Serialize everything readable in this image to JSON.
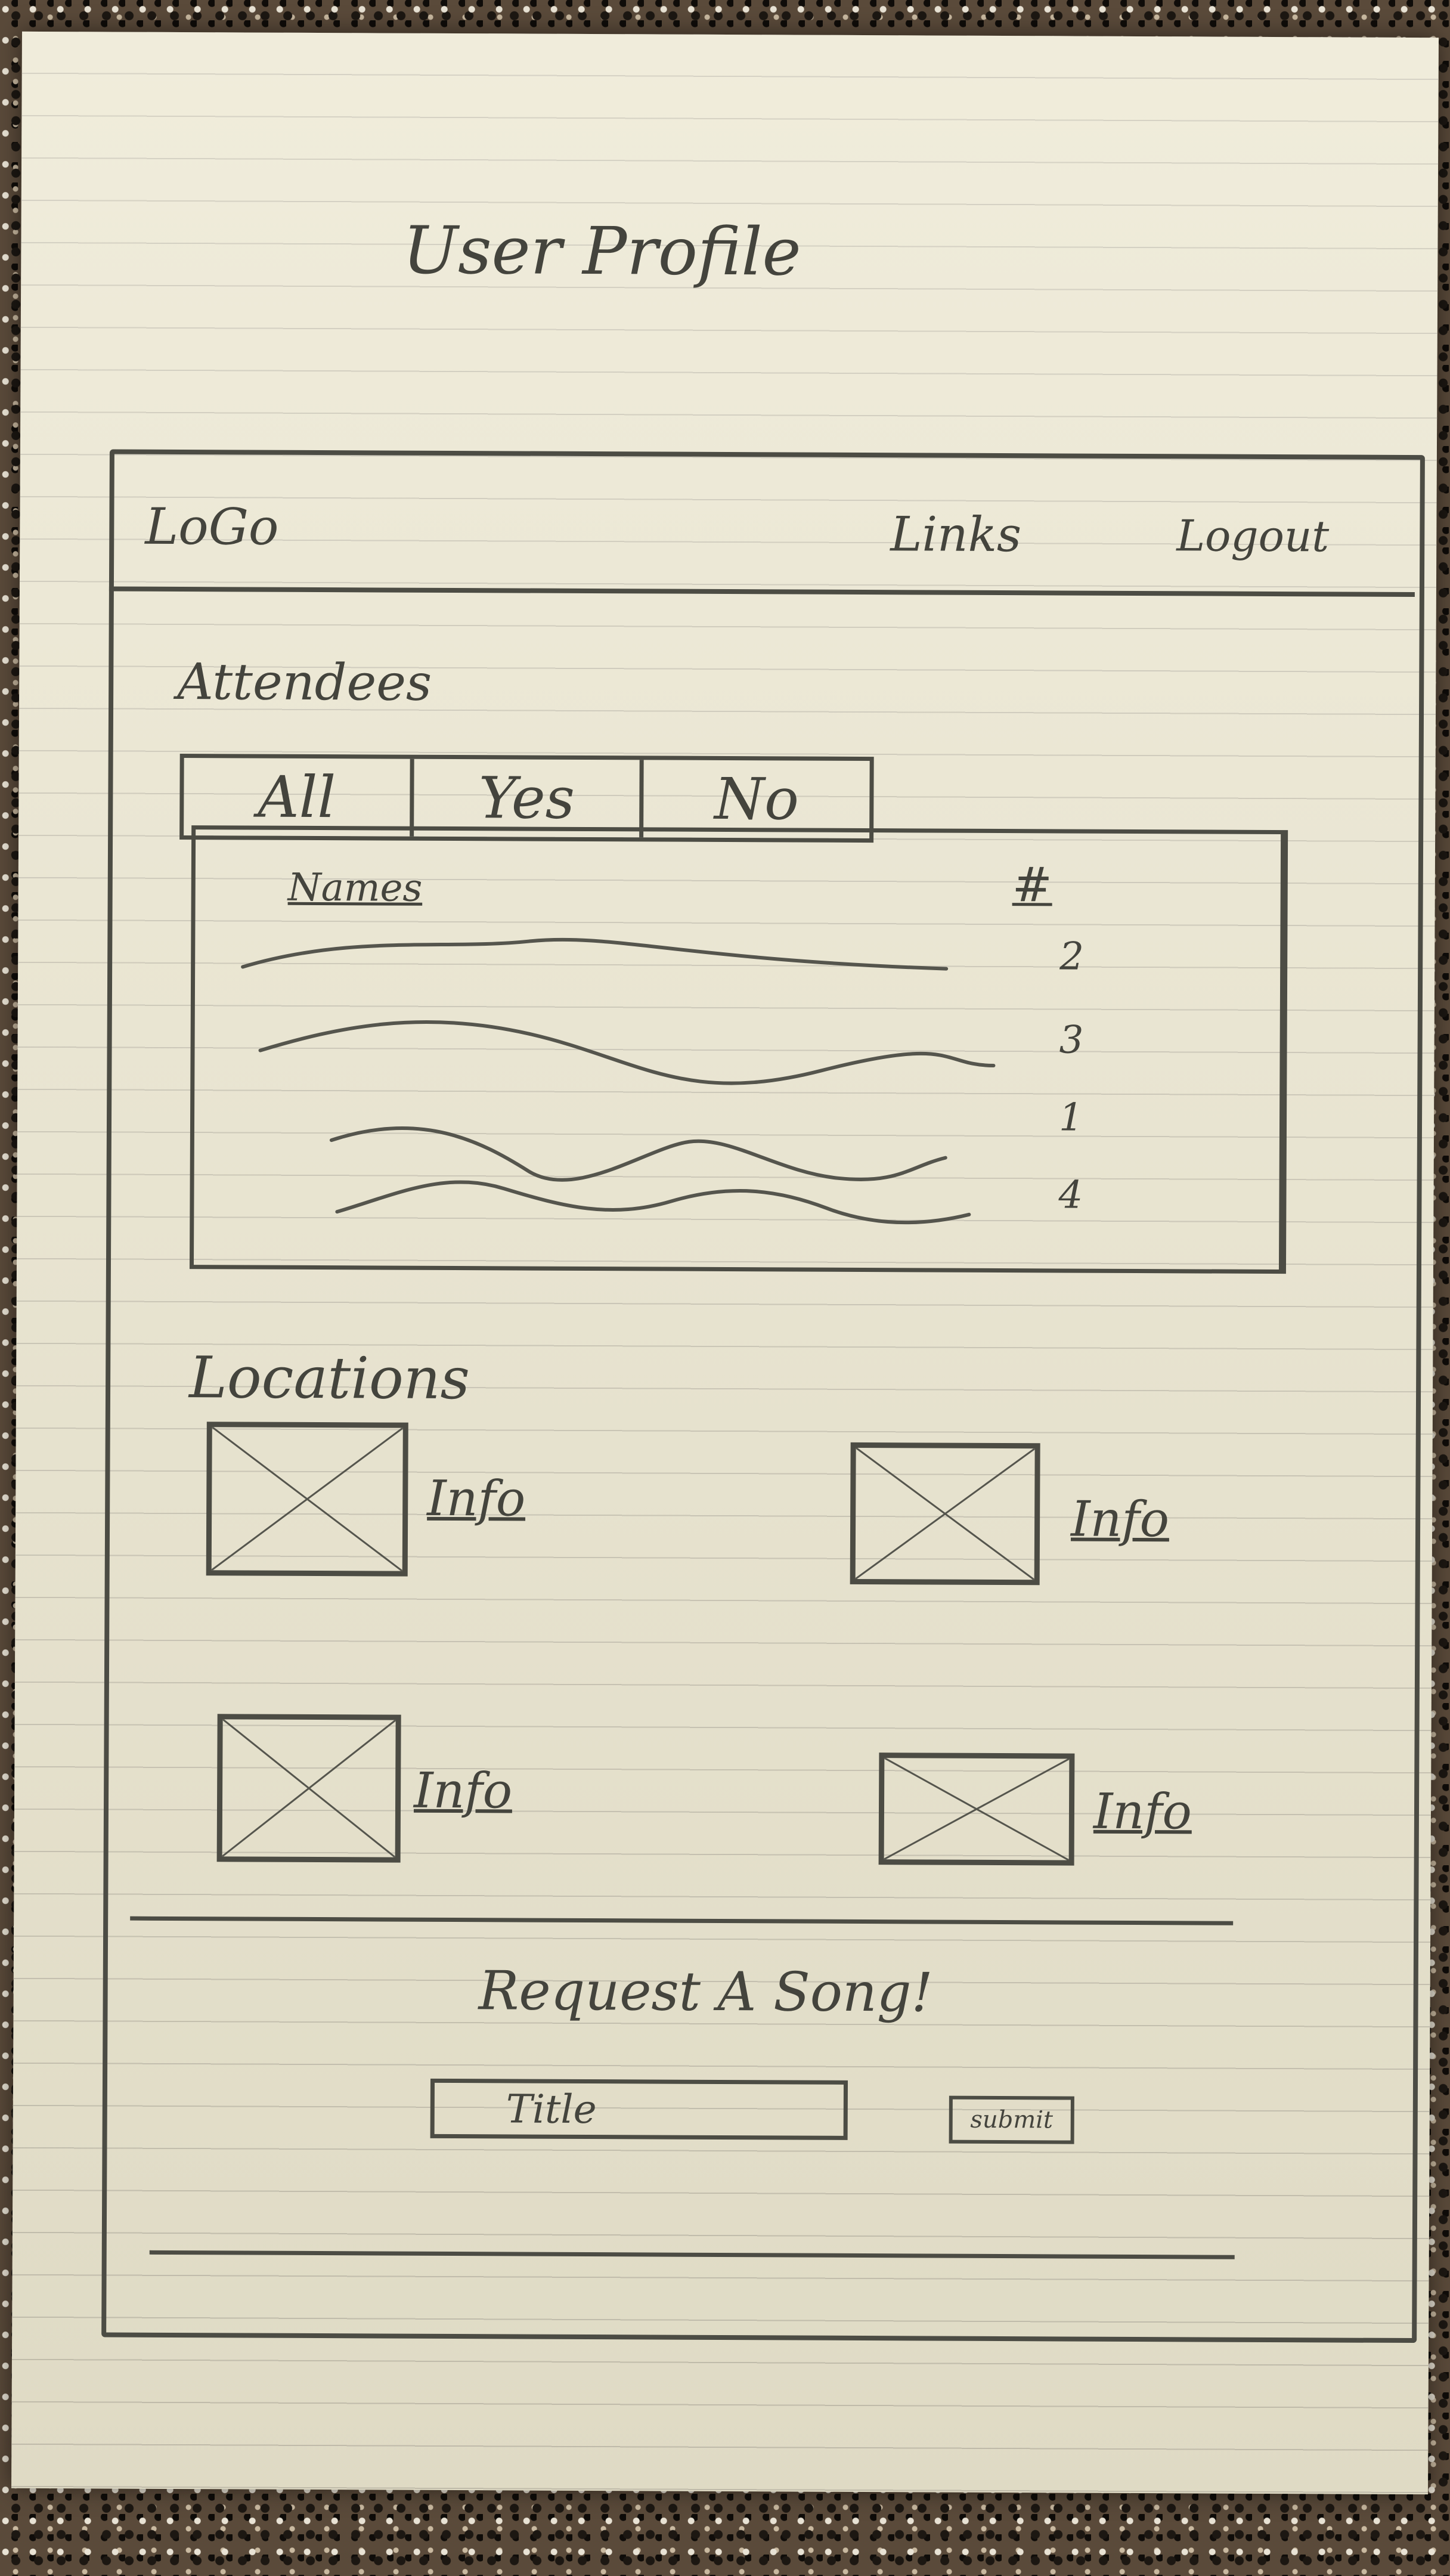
{
  "page_title": "User Profile",
  "header": {
    "logo": "LoGo",
    "links": "Links",
    "logout": "Logout"
  },
  "attendees": {
    "title": "Attendees",
    "tabs": [
      "All",
      "Yes",
      "No"
    ],
    "columns": {
      "names": "Names",
      "count": "#"
    },
    "rows": [
      {
        "count": "2"
      },
      {
        "count": "3"
      },
      {
        "count": "1"
      },
      {
        "count": "4"
      }
    ]
  },
  "locations": {
    "title": "Locations",
    "items": [
      {
        "info": "Info"
      },
      {
        "info": "Info"
      },
      {
        "info": "Info"
      },
      {
        "info": "Info"
      }
    ]
  },
  "request": {
    "title": "Request A Song!",
    "input_placeholder": "Title",
    "submit_label": "submit"
  }
}
